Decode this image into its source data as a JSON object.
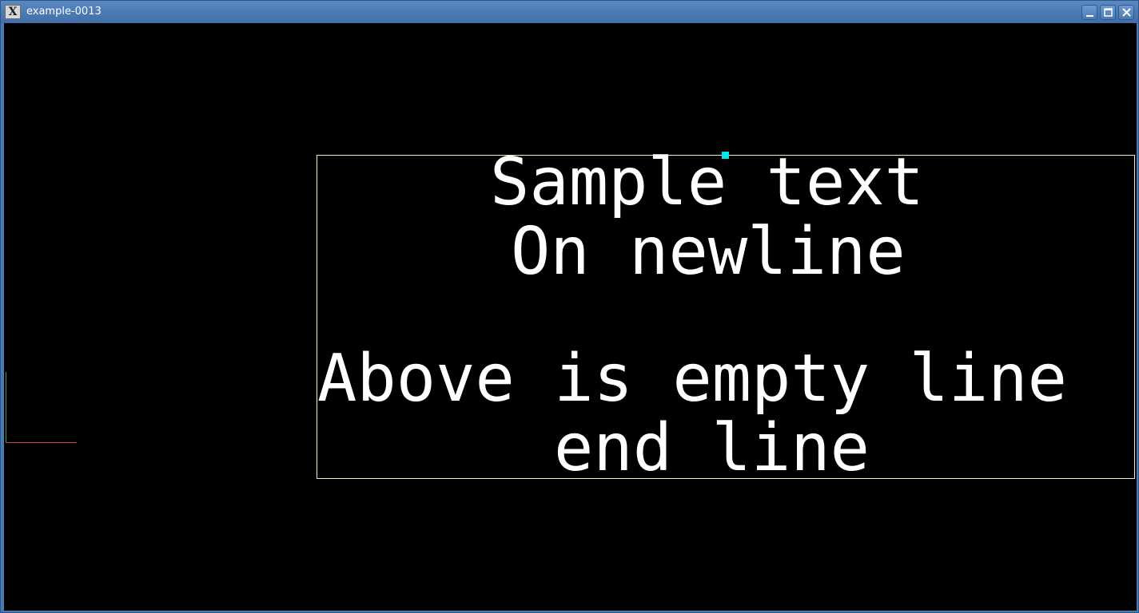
{
  "window": {
    "title": "example-0013",
    "app_icon": "x-window-icon",
    "buttons": {
      "minimize": "minimize-icon",
      "maximize": "maximize-icon",
      "close": "close-icon"
    }
  },
  "canvas": {
    "background": "#000000",
    "text_lines": [
      "Sample text",
      "On newline",
      "Above is empty line",
      "end line"
    ],
    "text_color": "#ffffff",
    "box_border_color": "#f0f0c8",
    "handle_color": "#00e5ee",
    "axis_colors": {
      "x": "#d03a3a",
      "y": "#3fa34a"
    }
  }
}
